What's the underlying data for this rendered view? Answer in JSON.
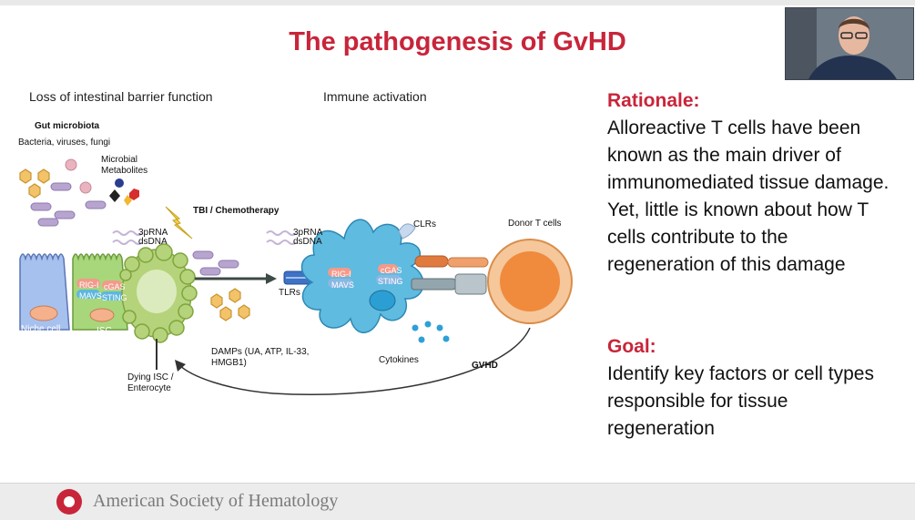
{
  "slide": {
    "title": "The pathogenesis of GvHD",
    "sections": {
      "left": "Loss of intestinal barrier function",
      "center": "Immune activation"
    }
  },
  "diagram": {
    "labels": {
      "gut_microbiota": "Gut microbiota",
      "bacteria": "Bacteria, viruses, fungi",
      "microbial_metabolites": "Microbial\nMetabolites",
      "tbi": "TBI / Chemotherapy",
      "pathogen_3prna": "3pRNA",
      "pathogen_dsdna": "dsDNA",
      "pathogen2_3prna": "3pRNA",
      "pathogen2_dsdna": "dsDNA",
      "rigi": "RIG-I",
      "cgas": "cGAS",
      "mavs": "MAVS",
      "sting": "STING",
      "rigi2": "RIG-I",
      "cgas2": "cGAS",
      "mavs2": "MAVS",
      "sting2": "STING",
      "niche": "Niche cell",
      "isc": "ISC",
      "dying": "Dying ISC /\nEnterocyte",
      "damps": "DAMPs (UA, ATP, IL-33,\nHMGB1)",
      "tlrs": "TLRs",
      "clrs": "CLRs",
      "donor": "Donor T cells",
      "cytokines": "Cytokines",
      "gvhd": "GVHD"
    },
    "colors": {
      "title_red": "#c8253a",
      "virus_hex": "#f3c36a",
      "bacteria": "#b7a5cf",
      "apc_blue": "#5fbbe0",
      "tcell_orange": "#f08a3d",
      "villus_green": "#b5d37a"
    }
  },
  "rationale": {
    "heading": "Rationale:",
    "text": "Alloreactive T cells have been known as the main driver of immunomediated tissue damage. Yet, little is known about how T cells contribute to the regeneration of this damage"
  },
  "goal": {
    "heading": "Goal:",
    "text": "Identify key factors or cell types responsible for tissue regeneration"
  },
  "footer": {
    "organization": "American Society of Hematology"
  },
  "webcam": {
    "icon": "presenter-video"
  }
}
